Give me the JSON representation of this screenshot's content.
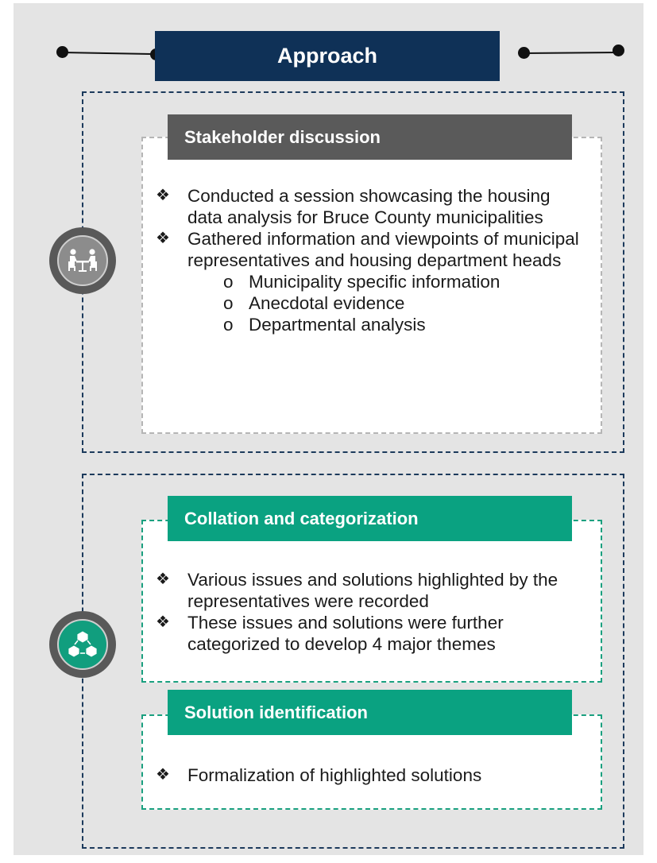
{
  "title": "Approach",
  "sections": {
    "stakeholder": {
      "heading": "Stakeholder discussion",
      "icon": "meeting-people-icon",
      "bullets": [
        "Conducted a session showcasing the housing data analysis for Bruce County municipalities",
        "Gathered information and viewpoints of municipal representatives and housing department heads"
      ],
      "sub_bullets": [
        "Municipality specific information",
        "Anecdotal evidence",
        "Departmental analysis"
      ]
    },
    "collation": {
      "heading": "Collation and categorization",
      "icon": "connected-cubes-icon",
      "bullets": [
        "Various issues and solutions highlighted by the representatives were recorded",
        "These issues and solutions were further categorized to develop 4 major themes"
      ]
    },
    "solution": {
      "heading": "Solution identification",
      "bullets": [
        "Formalization of highlighted solutions"
      ]
    }
  },
  "symbols": {
    "bullet": "❖",
    "sub_bullet": "o"
  },
  "colors": {
    "title_bar": "#0f3157",
    "frame_border": "#1c3a5c",
    "grey_header": "#5a5a5a",
    "green_header": "#0aa281",
    "panel_background": "#e4e4e4"
  }
}
